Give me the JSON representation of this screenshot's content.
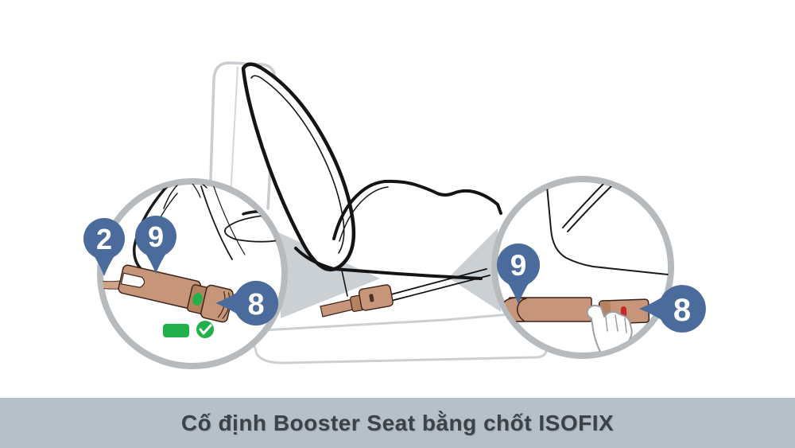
{
  "caption": {
    "text": "Cố định Booster Seat bằng chốt ISOFIX"
  },
  "illustration": {
    "pins": {
      "left": [
        "2",
        "9",
        "8"
      ],
      "right": [
        "9",
        "8"
      ]
    },
    "status_icons": {
      "left": [
        "green-indicator-bar",
        "green-check-icon"
      ],
      "right": [
        "red-indicator-bar"
      ]
    }
  },
  "colors": {
    "pin_blue": "#4a6b9c",
    "connector_tan": "#c79579",
    "connector_tan_dark": "#b5825f",
    "green_ok": "#22b04b",
    "red_indicator": "#c62828",
    "line_black": "#141414",
    "car_line_gray": "#c9ccd0",
    "magnifier_rim_gray": "#b7bbbd",
    "caption_bg": "#b5c0c8",
    "caption_text": "#3d4249"
  }
}
